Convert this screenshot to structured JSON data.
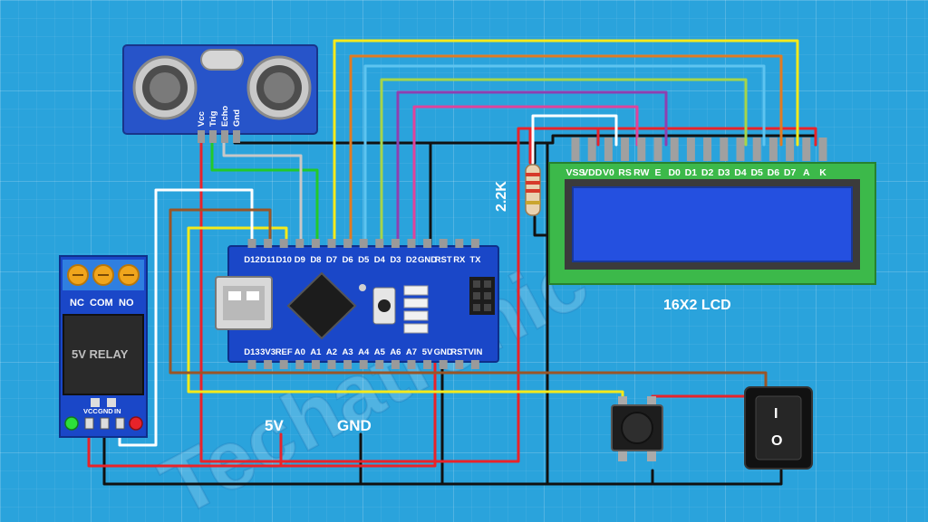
{
  "watermark": "Techatronic",
  "ultrasonic": {
    "pins": [
      "Vcc",
      "Trig",
      "Echo",
      "Gnd"
    ]
  },
  "nano": {
    "top_pins": [
      "D12",
      "D11",
      "D10",
      "D9",
      "D8",
      "D7",
      "D6",
      "D5",
      "D4",
      "D3",
      "D2",
      "GND",
      "RST",
      "RX",
      "TX"
    ],
    "bottom_pins": [
      "D13",
      "3V3",
      "REF",
      "A0",
      "A1",
      "A2",
      "A3",
      "A4",
      "A5",
      "A6",
      "A7",
      "5V",
      "GND",
      "RST",
      "VIN"
    ]
  },
  "lcd": {
    "pins": [
      "VSS",
      "VDD",
      "V0",
      "RS",
      "RW",
      "E",
      "D0",
      "D1",
      "D2",
      "D3",
      "D4",
      "D5",
      "D6",
      "D7",
      "A",
      "K"
    ],
    "label": "16X2 LCD"
  },
  "relay": {
    "terminals": [
      "NC",
      "COM",
      "NO"
    ],
    "label": "5V RELAY",
    "pins": [
      "VCC",
      "GND",
      "IN"
    ]
  },
  "resistor": {
    "label": "2.2K"
  },
  "rails": {
    "vcc_label": "5V",
    "gnd_label": "GND"
  },
  "switch": {
    "on_symbol": "I",
    "off_symbol": "O"
  },
  "colors": {
    "background": "#2aa3dc",
    "board_blue": "#1a47c8",
    "lcd_green": "#3cb94a",
    "wire_red": "#e8232a",
    "wire_black": "#111111",
    "wire_yellow": "#f5ea1a",
    "wire_orange": "#e07b22",
    "wire_lightblue": "#5ec4f0",
    "wire_lime": "#a6d54a",
    "wire_purple": "#8e3fb0",
    "wire_magenta": "#e0439b",
    "wire_white": "#ffffff",
    "wire_green": "#22c92a",
    "wire_gray": "#c8c8c8",
    "wire_brown": "#9a5526"
  }
}
